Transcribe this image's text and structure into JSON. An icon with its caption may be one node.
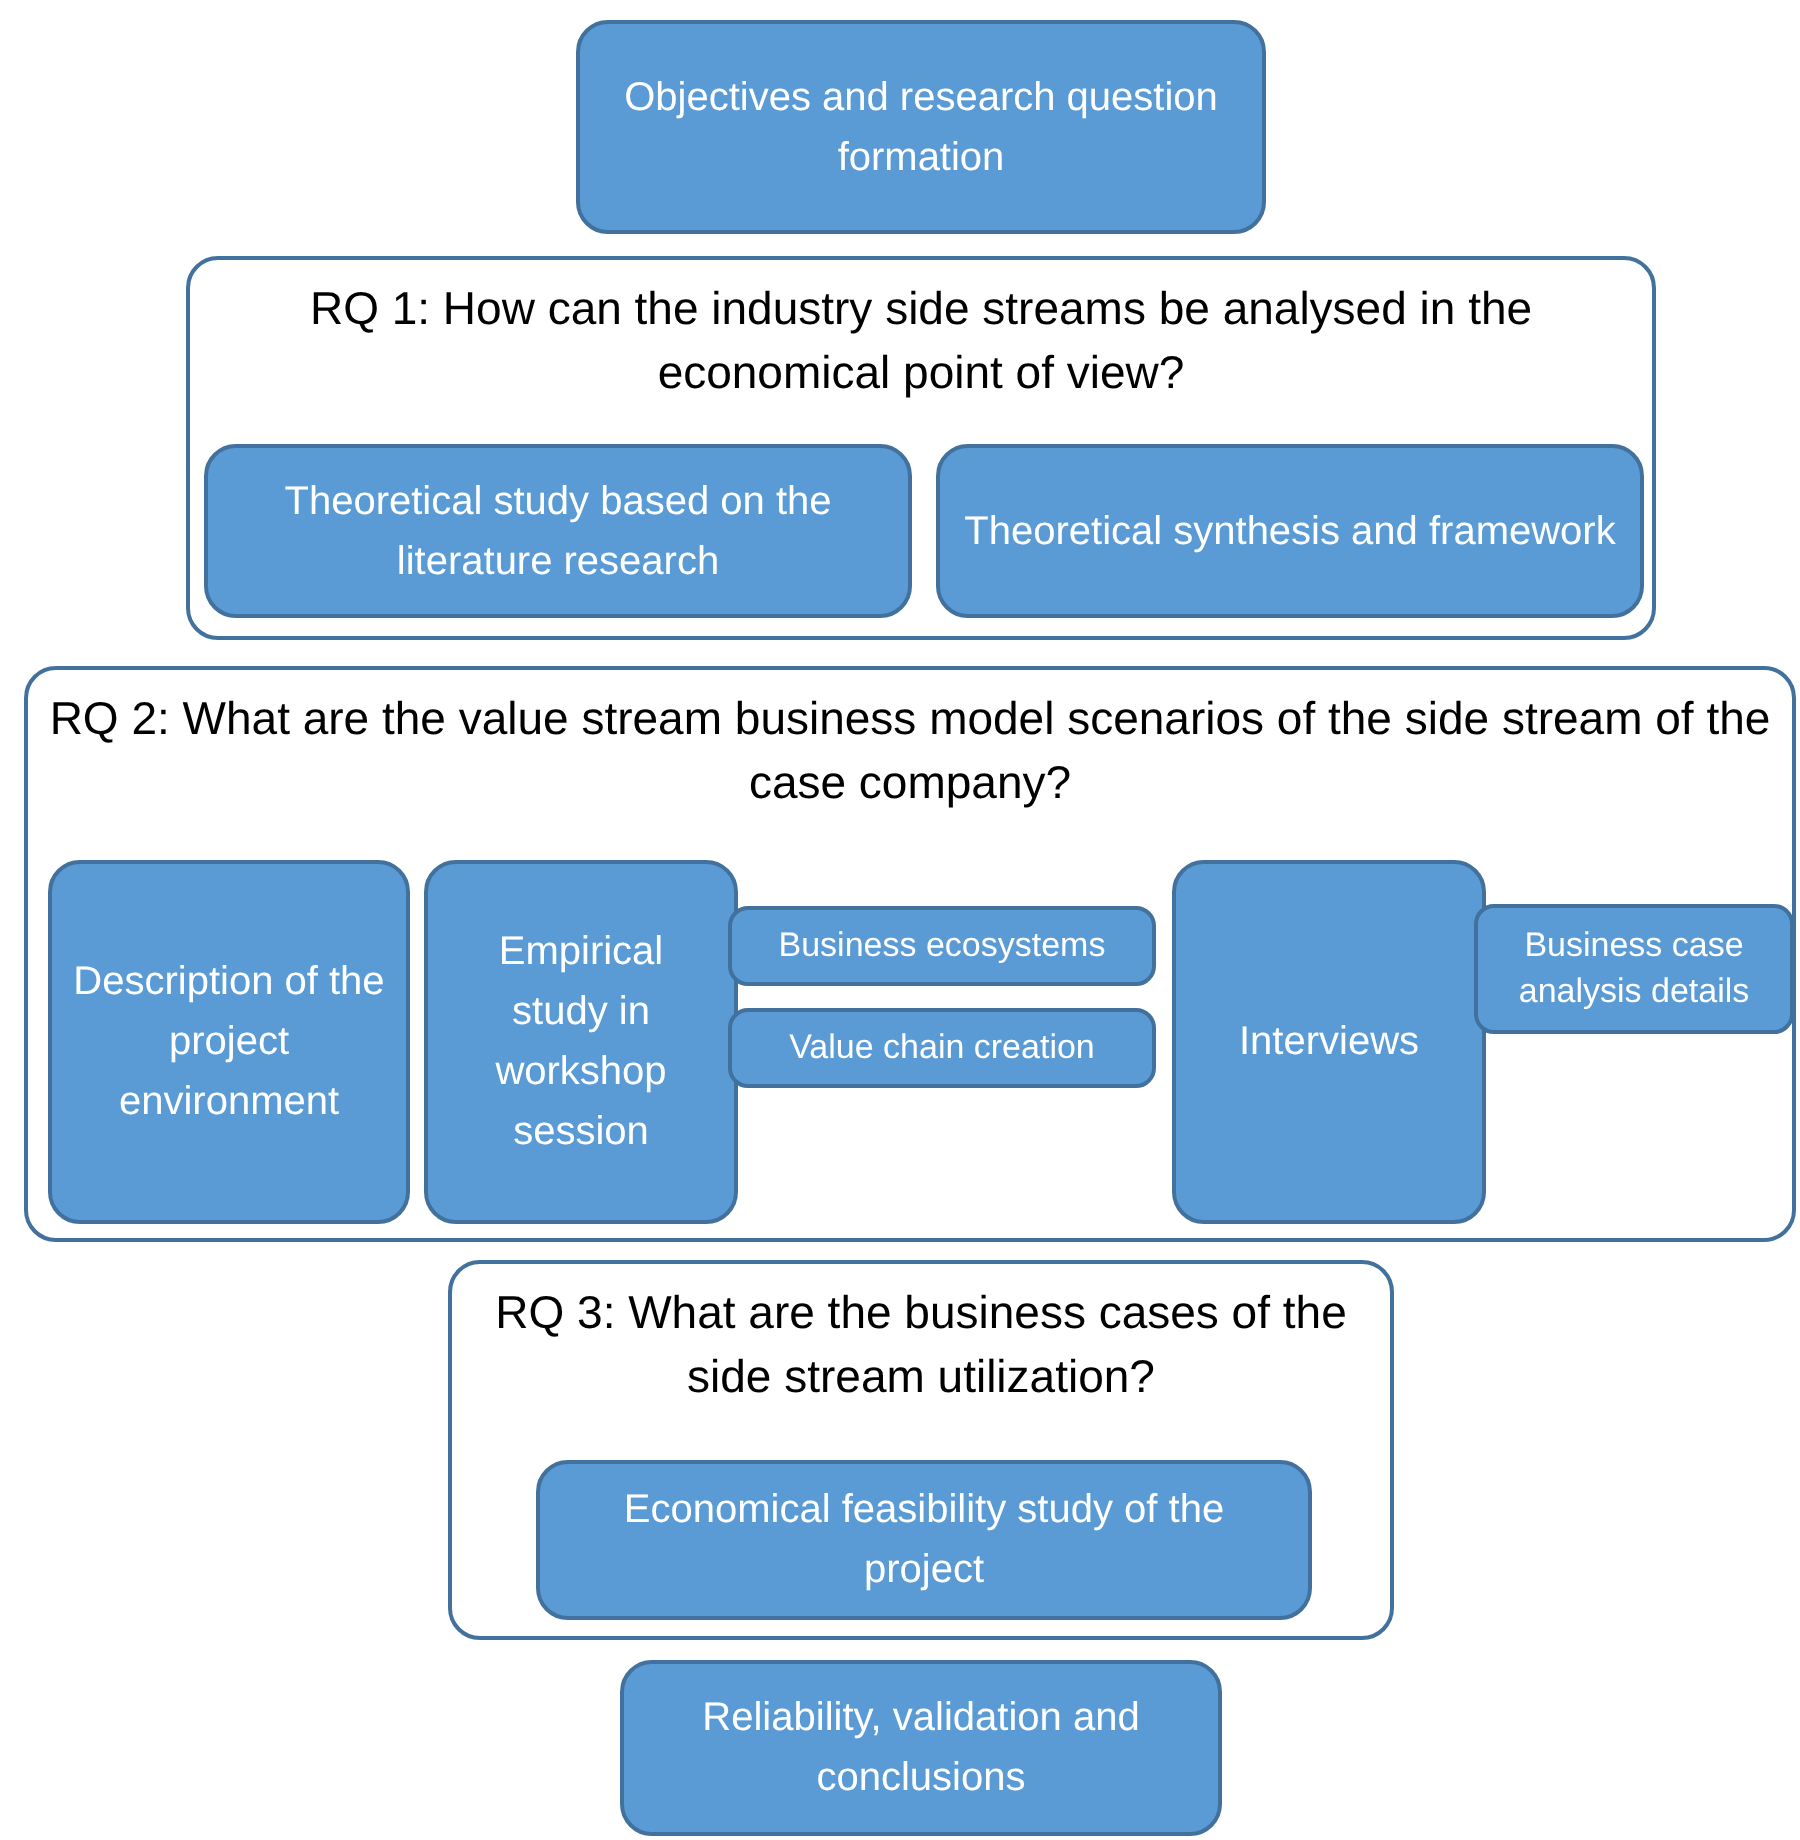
{
  "diagram": {
    "nodes": [
      {
        "text": [
          "Objectives and research question formation"
        ]
      },
      {
        "text": [
          "RQ 1: How can the industry side streams be analysed in the economical point of view?"
        ]
      },
      {
        "text": [
          "Theoretical study based on the literature research"
        ],
        "in": 1
      },
      {
        "text": [
          "Theoretical synthesis and framework"
        ],
        "in": 1
      },
      {
        "text": [
          "RQ 2: What are the value stream business model scenarios of the side stream of the case company?"
        ]
      },
      {
        "text": [
          "Description of the project environment"
        ],
        "in": 4
      },
      {
        "text": [
          "Empirical study in workshop session"
        ],
        "in": 4
      },
      {
        "text": [
          "Business ecosystems"
        ],
        "in": 4
      },
      {
        "text": [
          "Value chain creation"
        ],
        "in": 4
      },
      {
        "text": [
          "Interviews"
        ],
        "in": 4
      },
      {
        "text": [
          "Business case analysis details"
        ],
        "in": 4
      },
      {
        "text": [
          "RQ 3: What are the business cases of the side stream utilization?"
        ]
      },
      {
        "text": [
          "Economical feasibility study of the project"
        ],
        "in": 11
      },
      {
        "text": [
          "Reliability, validation and conclusions"
        ]
      }
    ],
    "edges": []
  }
}
